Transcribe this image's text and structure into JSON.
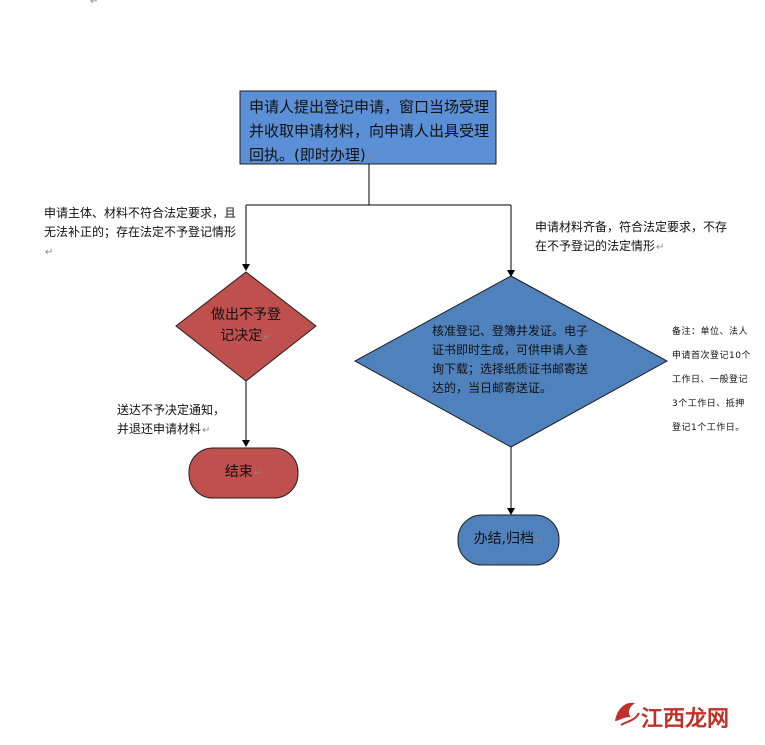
{
  "diagram": {
    "top_mark": "↵",
    "start_box": "申请人提出登记申请，窗口当场受理并收取申请材料，向申请人出具受理回执。(即时办理)",
    "left_condition": "申请主体、材料不符合法定要求，且无法补正的；存在法定不予登记情形",
    "right_condition": "申请材料齐备，符合法定要求，不存在不予登记的法定情形",
    "reject_decision": "做出不予登记决定",
    "approve_decision": "核准登记、登簿并发证。电子证书即时生成，可供申请人查询下载；选择纸质证书邮寄送达的，当日邮寄送证。",
    "reject_action": "送达不予决定通知，并退还申请材料",
    "end_left": "结束",
    "end_right": "办结,归档",
    "note": "备注：单位、法人申请首次登记10个工作日、一般登记3个工作日、抵押登记1个工作日。",
    "return_mark": "↵"
  },
  "watermark": {
    "text": "江西龙网",
    "icon": "dragon-logo-icon"
  },
  "colors": {
    "blue_fill": "#4f81bd",
    "blue_box": "#5b8fd6",
    "red_fill": "#c0504d",
    "border": "#1f1f1f",
    "line": "#000000"
  }
}
